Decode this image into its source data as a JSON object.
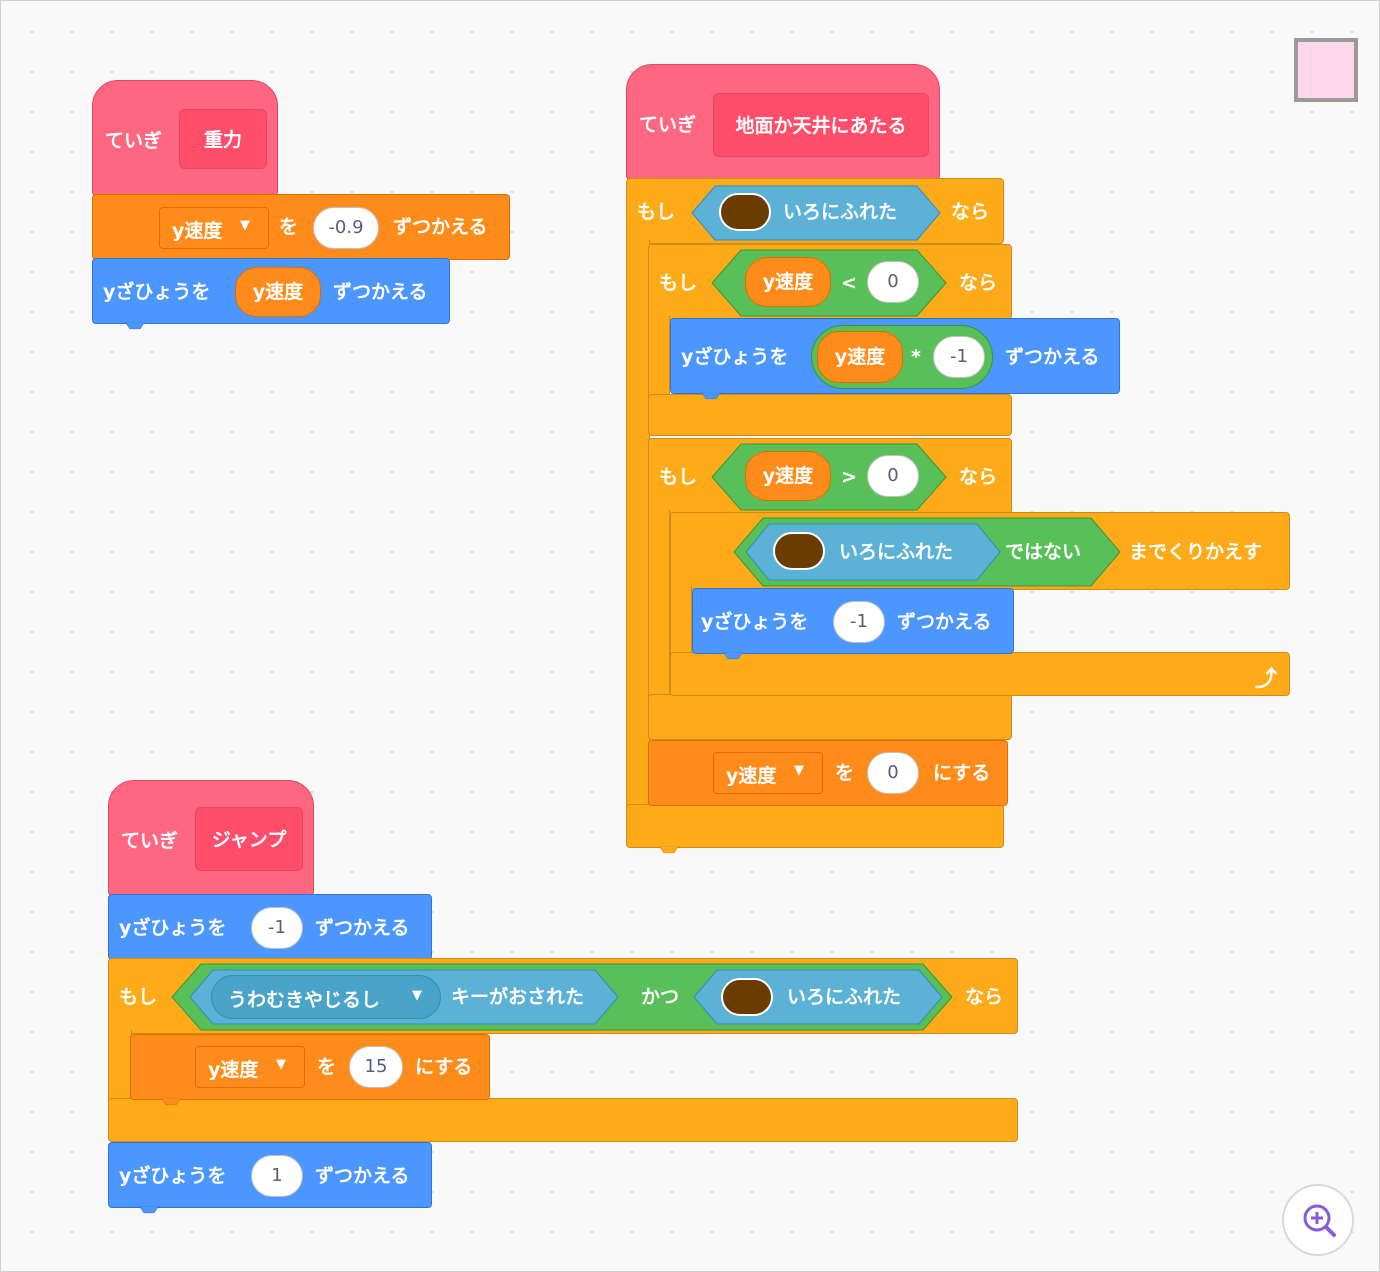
{
  "colors": {
    "define_hat": "#ff6680",
    "variables": "#ff8c1a",
    "motion": "#4c97ff",
    "control": "#ffab19",
    "operators": "#59c059",
    "sensing": "#5cb1d6",
    "touch_color": "#6a3c00"
  },
  "scripts": {
    "gravity": {
      "define": "ていぎ",
      "name": "重力",
      "change_var": {
        "var": "y速度",
        "joiner": "を",
        "value": "-0.9",
        "suffix": "ずつかえる"
      },
      "change_y": {
        "label": "yざひょうを",
        "var": "y速度",
        "suffix": "ずつかえる"
      }
    },
    "hit": {
      "define": "ていぎ",
      "name": "地面か天井にあたる",
      "if_outer": {
        "if": "もし",
        "sensing": "いろにふれた",
        "then": "なら"
      },
      "if_lt": {
        "if": "もし",
        "var": "y速度",
        "op": "<",
        "value": "0",
        "then": "なら"
      },
      "change_y_mul": {
        "label": "yざひょうを",
        "var": "y速度",
        "op": "*",
        "value": "-1",
        "suffix": "ずつかえる"
      },
      "if_gt": {
        "if": "もし",
        "var": "y速度",
        "op": ">",
        "value": "0",
        "then": "なら"
      },
      "repeat_until": {
        "sensing": "いろにふれた",
        "not": "ではない",
        "label": "までくりかえす"
      },
      "change_y": {
        "label": "yざひょうを",
        "value": "-1",
        "suffix": "ずつかえる"
      },
      "set_var": {
        "var": "y速度",
        "joiner": "を",
        "value": "0",
        "suffix": "にする"
      }
    },
    "jump": {
      "define": "ていぎ",
      "name": "ジャンプ",
      "change_y1": {
        "label": "yざひょうを",
        "value": "-1",
        "suffix": "ずつかえる"
      },
      "if_block": {
        "if": "もし",
        "key": "うわむきやじるし",
        "key_label": "キーがおされた",
        "and": "かつ",
        "sensing": "いろにふれた",
        "then": "なら"
      },
      "set_var": {
        "var": "y速度",
        "joiner": "を",
        "value": "15",
        "suffix": "にする"
      },
      "change_y2": {
        "label": "yざひょうを",
        "value": "1",
        "suffix": "ずつかえる"
      }
    }
  },
  "icons": {
    "dropdown": "caret-down-icon",
    "loop": "loop-arrow-icon",
    "zoom": "zoom-in-icon"
  }
}
